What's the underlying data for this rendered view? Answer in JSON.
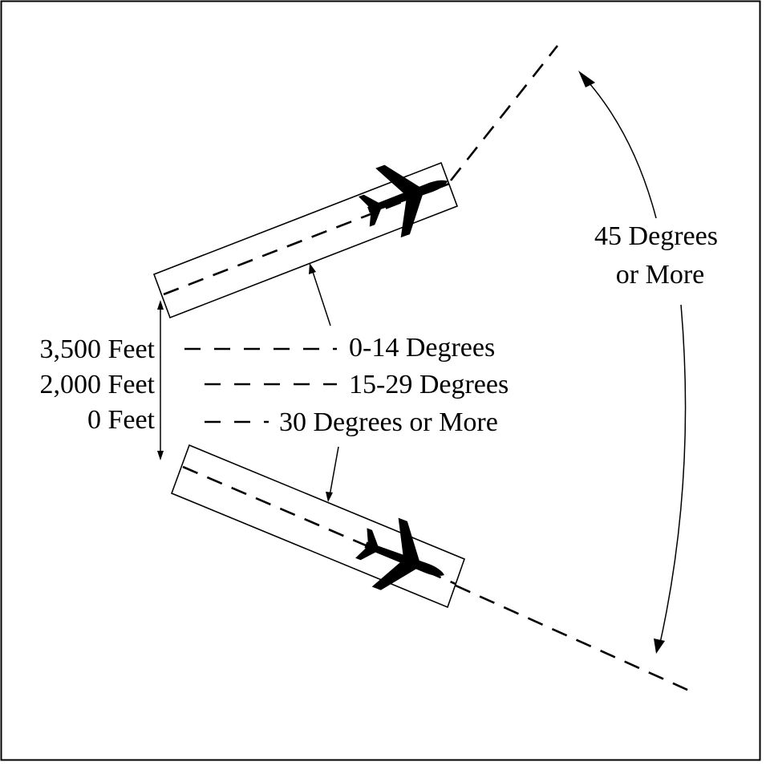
{
  "distances": {
    "d1": "3,500 Feet",
    "d2": "2,000 Feet",
    "d3": "0 Feet"
  },
  "angles": {
    "a1": "0-14 Degrees",
    "a2": "15-29 Degrees",
    "a3": "30 Degrees or More"
  },
  "divergence": {
    "line1": "45 Degrees",
    "line2": "or More"
  }
}
